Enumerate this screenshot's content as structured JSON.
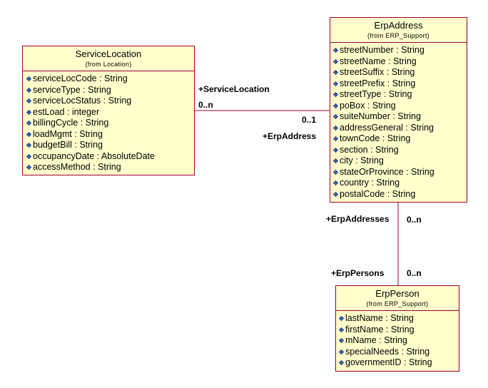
{
  "classes": {
    "service_location": {
      "name": "ServiceLocation",
      "from": "(from Location)",
      "attributes": [
        "serviceLocCode : String",
        "serviceType : String",
        "serviceLocStatus : String",
        "estLoad : integer",
        "billingCycle : String",
        "loadMgmt : String",
        "budgetBill : String",
        "occupancyDate : AbsoluteDate",
        "accessMethod : String"
      ]
    },
    "erp_address": {
      "name": "ErpAddress",
      "from": "(from ERP_Support)",
      "attributes": [
        "streetNumber : String",
        "streetName : String",
        "streetSuffix : String",
        "streetPrefix : String",
        "streetType : String",
        "poBox : String",
        "suiteNumber : String",
        "addressGeneral : String",
        "townCode : String",
        "section : String",
        "city : String",
        "stateOrProvince : String",
        "country : String",
        "postalCode : String"
      ]
    },
    "erp_person": {
      "name": "ErpPerson",
      "from": "(from ERP_Support)",
      "attributes": [
        "lastName : String",
        "firstName : String",
        "mName : String",
        "specialNeeds : String",
        "governmentID : String"
      ]
    }
  },
  "associations": {
    "location_address": {
      "role_service_location": "+ServiceLocation",
      "mult_service_location": "0..n",
      "role_erp_address": "+ErpAddress",
      "mult_erp_address": "0..1"
    },
    "address_person": {
      "role_erp_addresses": "+ErpAddresses",
      "mult_erp_addresses": "0..n",
      "role_erp_persons": "+ErpPersons",
      "mult_erp_persons": "0..n"
    }
  },
  "colors": {
    "class_fill": "#ffffcc",
    "class_border": "#990033",
    "attribute_icon": "#3a6fc4"
  }
}
